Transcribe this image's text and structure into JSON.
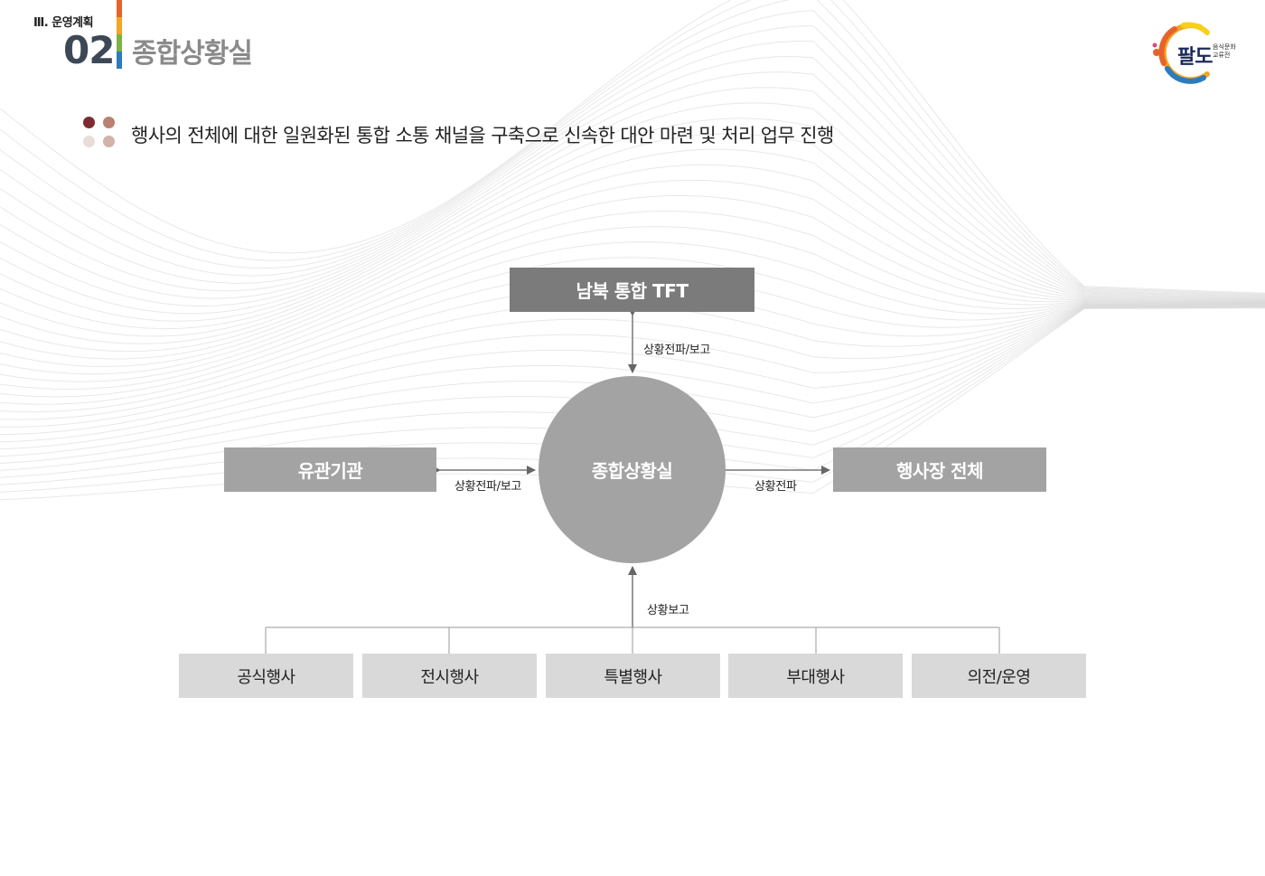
{
  "header": {
    "section_label": "Ⅲ. 운영계획",
    "section_number": "02",
    "section_title": "종합상황실"
  },
  "logo": {
    "main": "팔도",
    "sub": "음식문화 교류전"
  },
  "description": "행사의 전체에 대한 일원화된 통합 소통 채널을 구축으로 신속한 대안 마련 및 처리 업무 진행",
  "diagram": {
    "center": "종합상황실",
    "top": "남북 통합 TFT",
    "left": "유관기관",
    "right": "행사장 전체",
    "bottom_items": [
      "공식행사",
      "전시행사",
      "특별행사",
      "부대행사",
      "의전/운영"
    ],
    "edge_top": "상황전파/보고",
    "edge_left": "상황전파/보고",
    "edge_right": "상황전파",
    "edge_bottom": "상황보고"
  },
  "colors": {
    "bar": [
      "#e8622c",
      "#f2a623",
      "#7cb342",
      "#2b7bbd"
    ],
    "dots": [
      "#7c2b31",
      "#b98074",
      "#e9ddda",
      "#d2b3a8"
    ],
    "box_dark": "#7b7b7b",
    "box_mid": "#a3a3a3",
    "box_light": "#d9d9d9",
    "title_number": "#3c4856"
  }
}
